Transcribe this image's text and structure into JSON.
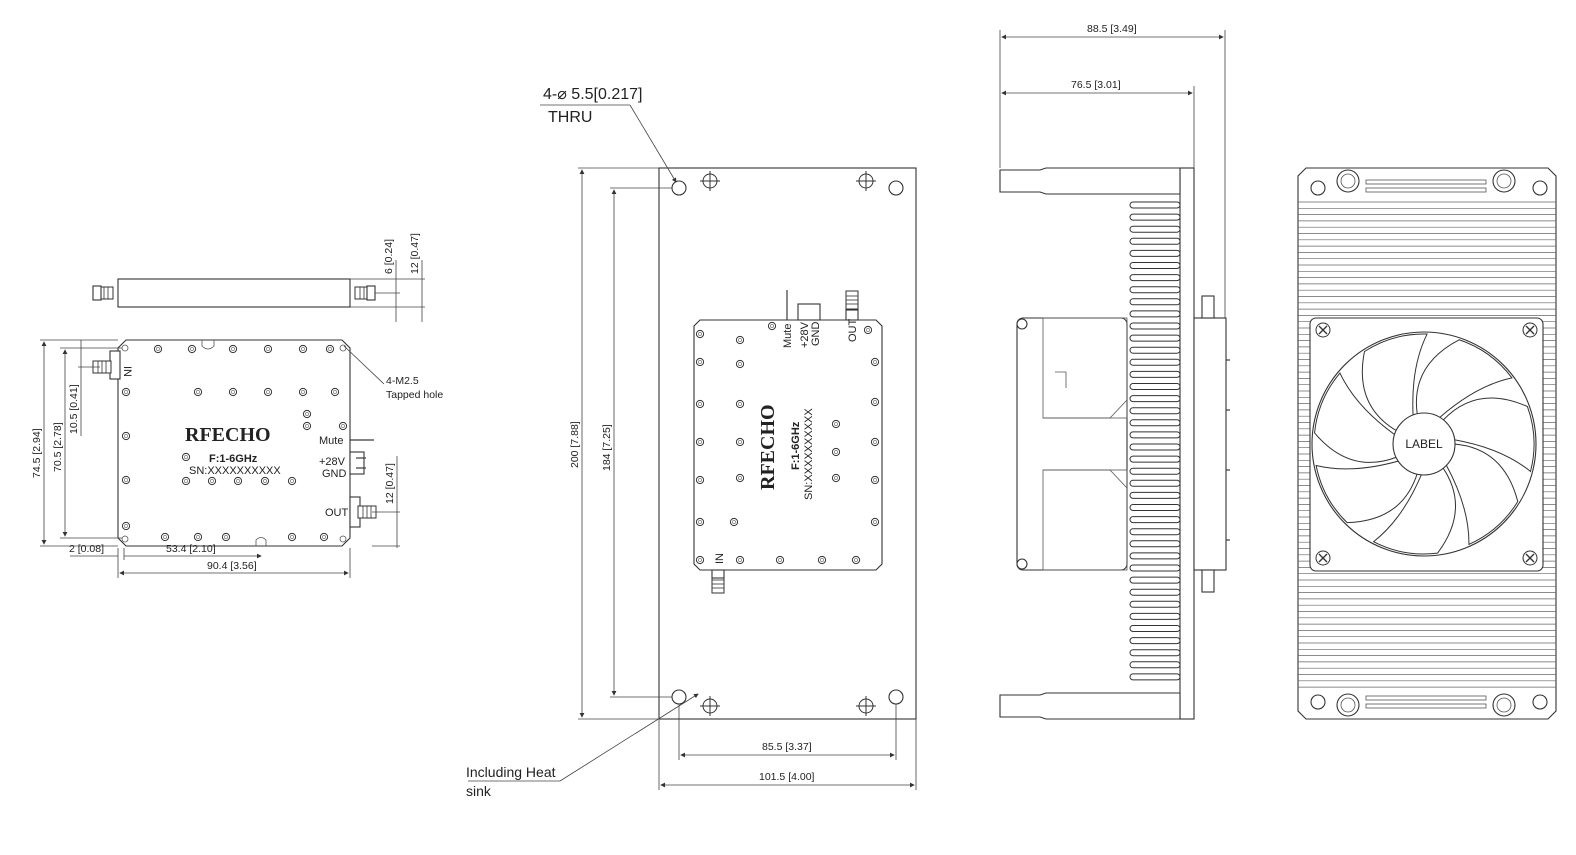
{
  "module_front": {
    "brand": "RFECHO",
    "freq": "F:1-6GHz",
    "serial": "SN:XXXXXXXXXX",
    "port_in": "IN",
    "port_out": "OUT",
    "mute": "Mute",
    "v28": "+28V",
    "gnd": "GND",
    "mount_note_1": "4-M2.5",
    "mount_note_2": "Tapped hole",
    "dims": {
      "height_total": "74.5 [2.94]",
      "height_holes": "70.5 [2.78]",
      "in_offset": "10.5 [0.41]",
      "out_offset": "12 [0.47]",
      "edge_offset": "2 [0.08]",
      "hole_to_hole": "53.4 [2.10]",
      "width_total": "90.4 [3.56]",
      "side_thickness": "6 [0.24]",
      "side_height": "12 [0.47]"
    }
  },
  "heatsink_top": {
    "hole_note_1": "4-⌀ 5.5[0.217]",
    "hole_note_2": "THRU",
    "heat_note_1": "Including Heat",
    "heat_note_2": "sink",
    "dims": {
      "height_total": "200 [7.88]",
      "height_holes": "184 [7.25]",
      "width_holes": "85.5 [3.37]",
      "width_total": "101.5 [4.00]"
    }
  },
  "heatsink_side": {
    "dims": {
      "depth_total": "88.5 [3.49]",
      "depth_fin": "76.5 [3.01]"
    }
  },
  "fan_view": {
    "label": "LABEL"
  }
}
